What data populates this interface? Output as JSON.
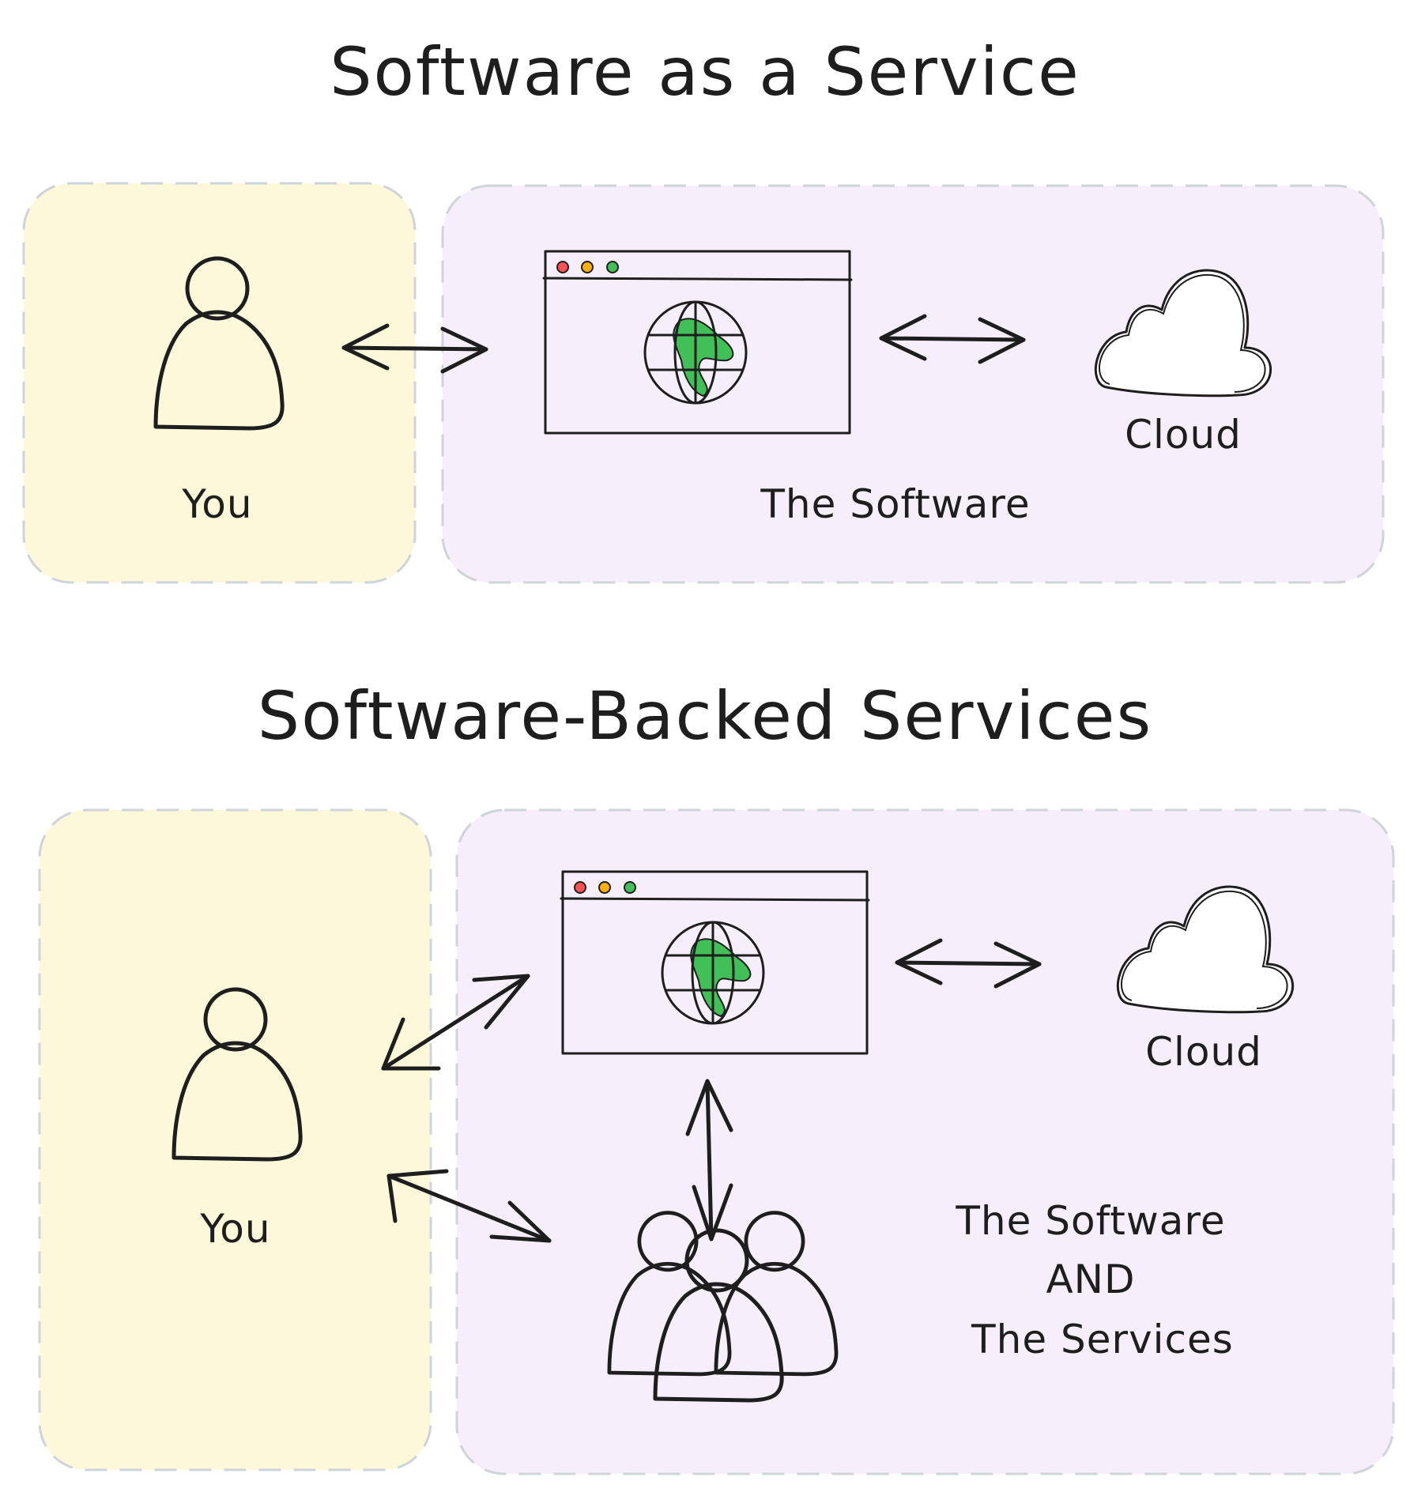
{
  "diagrams": [
    {
      "title": "Software as a Service",
      "you_label": "You",
      "cloud_label": "Cloud",
      "software_label": "The Software"
    },
    {
      "title": "Software-Backed Services",
      "you_label": "You",
      "cloud_label": "Cloud",
      "software_label_lines": [
        "The Software",
        "AND",
        "The Services"
      ]
    }
  ],
  "colors": {
    "you_panel": "#fdf8da",
    "software_panel": "#f6effb",
    "person": "#a5d8ff",
    "globe_water": "#1ea7e8",
    "globe_land": "#40c057",
    "dot_red": "#fa5252",
    "dot_yellow": "#fab005",
    "dot_green": "#40c057"
  },
  "icons": [
    "person-icon",
    "browser-window-icon",
    "globe-icon",
    "cloud-icon",
    "group-icon"
  ]
}
